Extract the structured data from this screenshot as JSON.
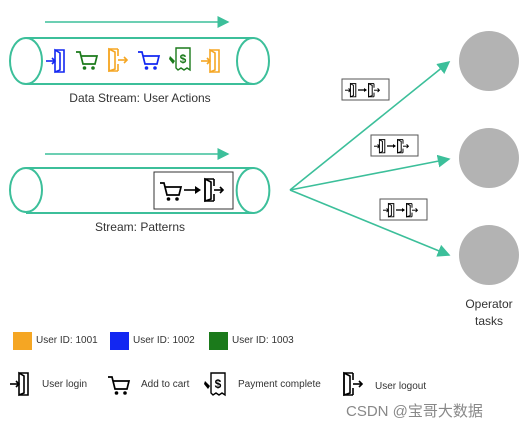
{
  "streams": {
    "data_stream_label": "Data Stream: User Actions",
    "pattern_stream_label": "Stream: Patterns"
  },
  "operators": {
    "label_line1": "Operator",
    "label_line2": "tasks",
    "count": 3
  },
  "legend": {
    "users": [
      {
        "label": "User ID: 1001",
        "color": "#f5a623"
      },
      {
        "label": "User ID: 1002",
        "color": "#1227f2"
      },
      {
        "label": "User ID: 1003",
        "color": "#1b7a1b"
      }
    ],
    "actions": [
      {
        "label": "User login",
        "icon": "login-icon"
      },
      {
        "label": "Add to cart",
        "icon": "cart-icon"
      },
      {
        "label": "Payment complete",
        "icon": "payment-icon"
      },
      {
        "label": "User logout",
        "icon": "logout-icon"
      }
    ]
  },
  "watermark": "CSDN @宝哥大数据",
  "colors": {
    "teal": "#3cbf9a",
    "operator_gray": "#b3b3b3"
  }
}
